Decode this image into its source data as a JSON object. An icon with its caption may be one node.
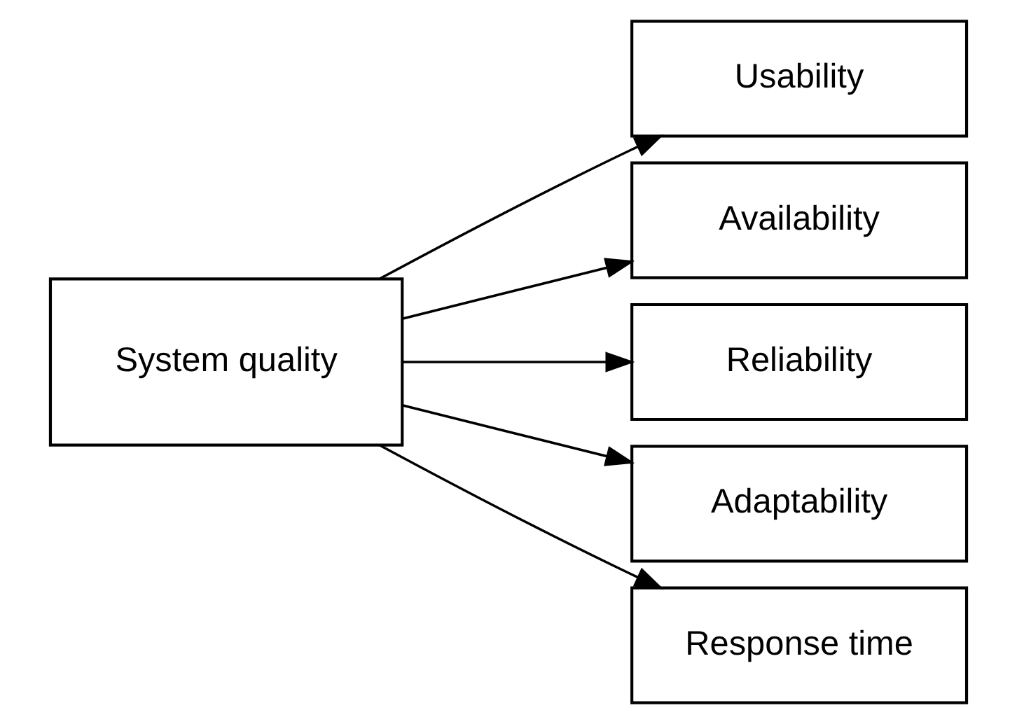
{
  "diagram": {
    "nodes": [
      {
        "text": [
          "System quality"
        ]
      },
      {
        "text": [
          "Usability"
        ]
      },
      {
        "text": [
          "Availability"
        ]
      },
      {
        "text": [
          "Reliability"
        ]
      },
      {
        "text": [
          "Adaptability"
        ]
      },
      {
        "text": [
          "Response time"
        ]
      }
    ],
    "edges": [
      {
        "from": 0,
        "to": 1,
        "arrow": "to"
      },
      {
        "from": 0,
        "to": 2,
        "arrow": "to"
      },
      {
        "from": 0,
        "to": 3,
        "arrow": "to"
      },
      {
        "from": 0,
        "to": 4,
        "arrow": "to"
      },
      {
        "from": 0,
        "to": 5,
        "arrow": "to"
      }
    ]
  }
}
